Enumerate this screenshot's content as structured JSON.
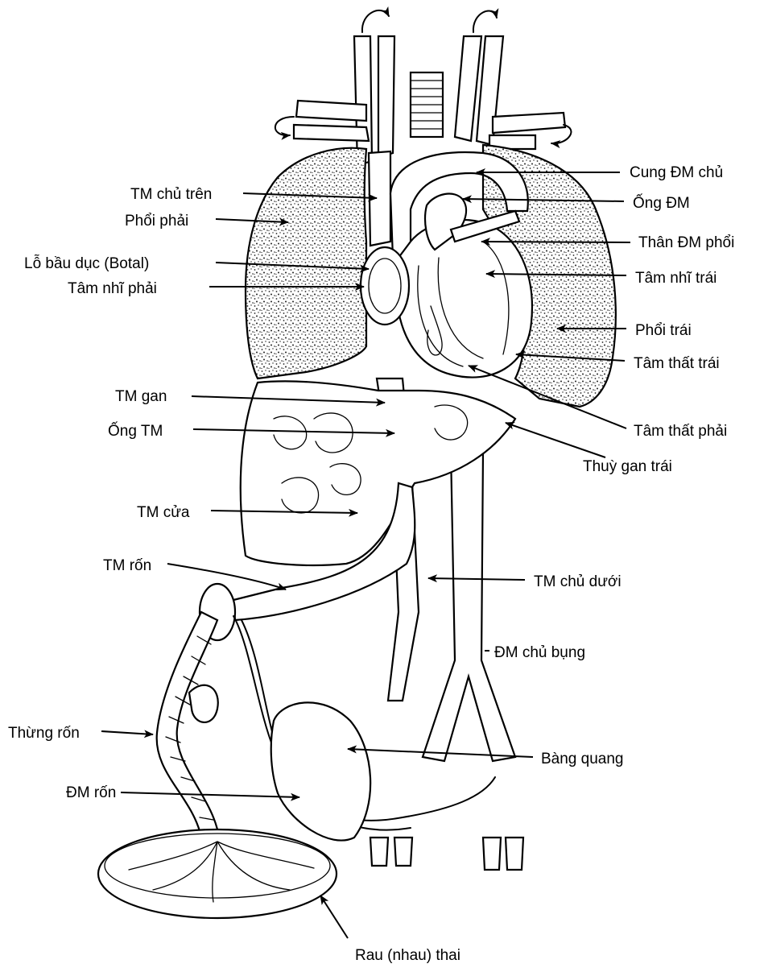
{
  "labels": {
    "cung_dm_chu": "Cung ĐM chủ",
    "ong_dm": "Ống ĐM",
    "than_dm_phoi": "Thân ĐM phổi",
    "tam_nhi_trai": "Tâm nhĩ trái",
    "phoi_trai": "Phổi trái",
    "tam_that_trai": "Tâm thất trái",
    "tam_that_phai": "Tâm thất phải",
    "thuy_gan_trai": "Thuỳ gan trái",
    "tm_chu_tren": "TM chủ trên",
    "phoi_phai": "Phổi phải",
    "lo_bau_duc": "Lỗ bầu dục (Botal)",
    "tam_nhi_phai": "Tâm nhĩ phải",
    "tm_gan": "TM gan",
    "ong_tm": "Ống TM",
    "tm_cua": "TM cửa",
    "tm_ron": "TM rốn",
    "tm_chu_duoi": "TM chủ dưới",
    "dm_chu_bung": "ĐM chủ bụng",
    "thung_ron": "Thừng rốn",
    "bang_quang": "Bàng quang",
    "dm_ron": "ĐM rốn",
    "rau_thai": "Rau (nhau) thai"
  }
}
